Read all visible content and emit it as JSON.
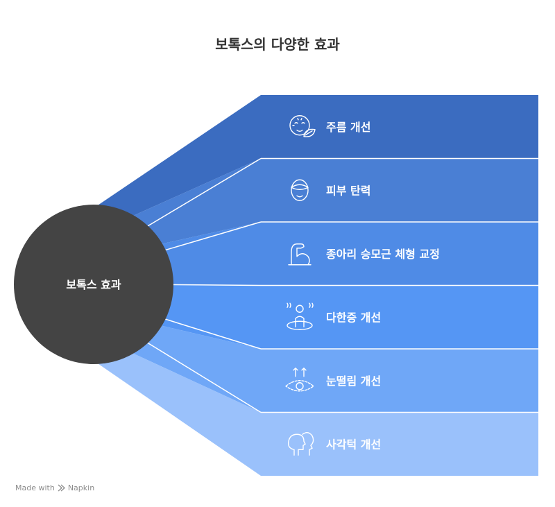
{
  "title": "보톡스의 다양한 효과",
  "center": {
    "label": "보톡스 효과",
    "color": "#444444"
  },
  "items": [
    {
      "label": "주름 개선",
      "icon": "face-leaf-icon",
      "color": "#3b6cc0"
    },
    {
      "label": "피부 탄력",
      "icon": "face-visor-icon",
      "color": "#4a7fd4"
    },
    {
      "label": "종아리 승모근 체형 교정",
      "icon": "flexed-arm-icon",
      "color": "#4f8be6"
    },
    {
      "label": "다한증 개선",
      "icon": "person-sweat-icon",
      "color": "#5596f4"
    },
    {
      "label": "눈떨림 개선",
      "icon": "eye-arrows-icon",
      "color": "#6fa7f7"
    },
    {
      "label": "사각턱 개선",
      "icon": "two-heads-icon",
      "color": "#9ac1fb"
    }
  ],
  "footer": {
    "made_with": "Made with",
    "brand": "Napkin"
  }
}
